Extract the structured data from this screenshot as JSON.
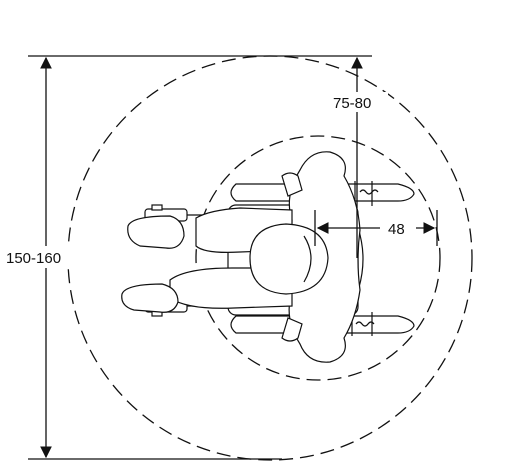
{
  "diagram": {
    "dimensions": {
      "overall_diameter": "150-160",
      "inner_radius": "75-80",
      "occupant_depth": "48"
    }
  },
  "colors": {
    "line": "#111111",
    "fill": "#ffffff"
  }
}
